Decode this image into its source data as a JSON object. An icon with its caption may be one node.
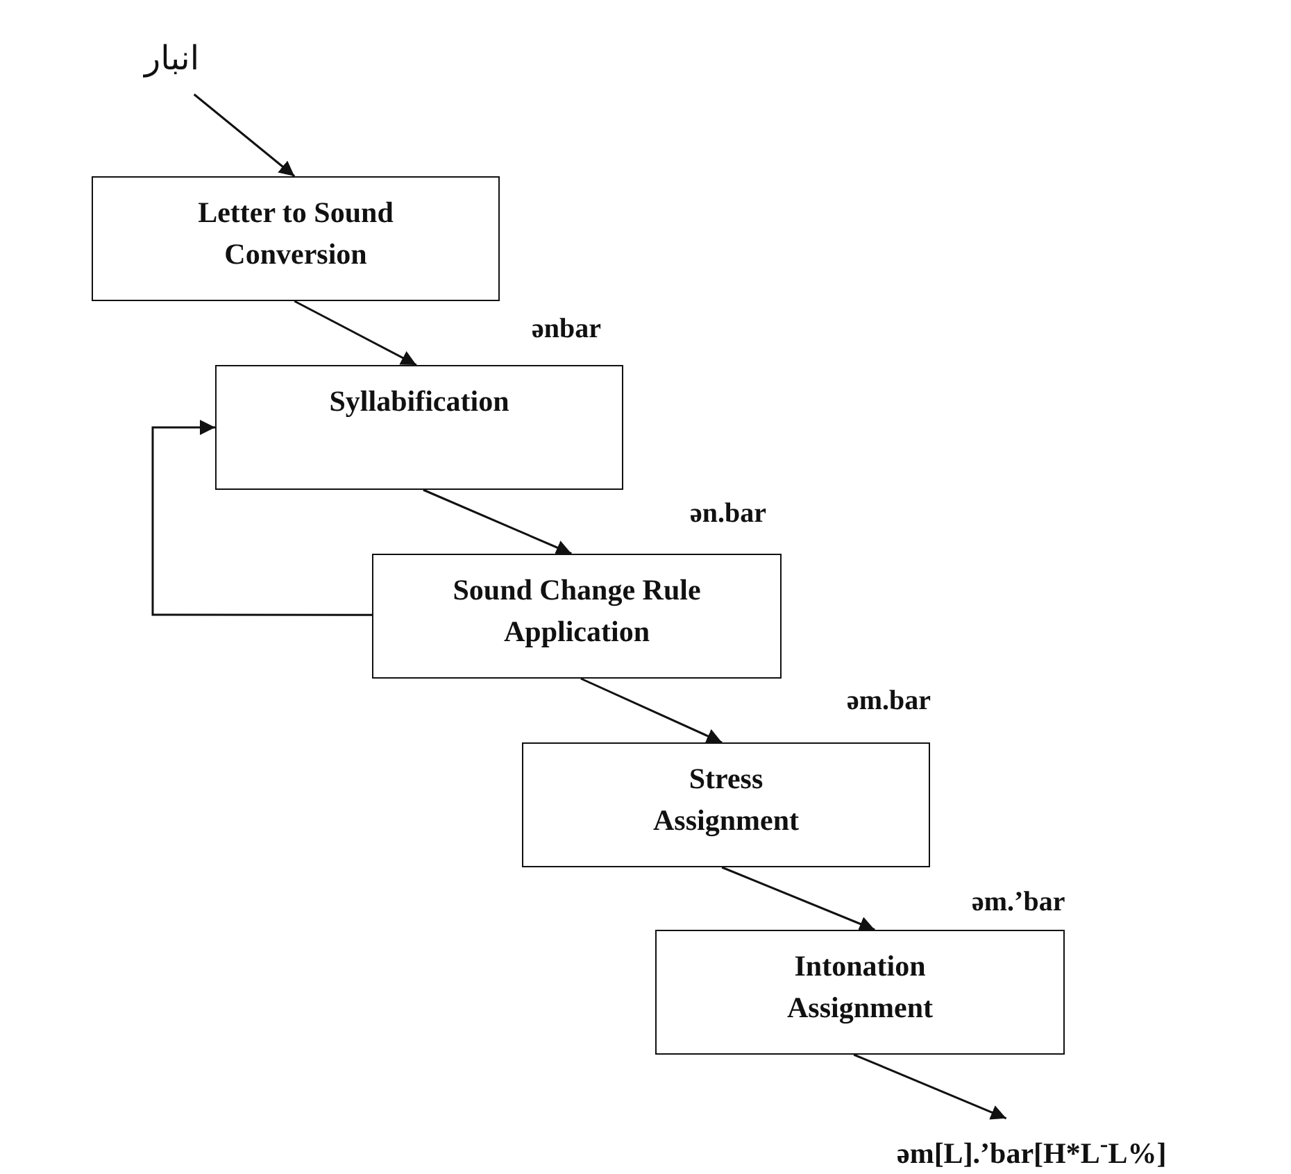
{
  "diagram": {
    "nodes": [
      {
        "text": [
          "انبار"
        ]
      },
      {
        "text": [
          "Letter to Sound Conversion"
        ]
      },
      {
        "text": [
          "Syllabification"
        ]
      },
      {
        "text": [
          "Sound Change Rule Application"
        ]
      },
      {
        "text": [
          "Stress Assignment"
        ]
      },
      {
        "text": [
          "Intonation Assignment"
        ]
      },
      {
        "text": [
          "əm[L].’bar[H*L$^{-}$L%]"
        ]
      }
    ],
    "edges": [
      {
        "from": 0,
        "to": 1,
        "arrow": "to"
      },
      {
        "from": 1,
        "to": 2,
        "arrow": "to",
        "label": "ənbar"
      },
      {
        "from": 2,
        "to": 3,
        "arrow": "to",
        "label": "ən.bar"
      },
      {
        "from": 3,
        "to": 2,
        "arrow": "to"
      },
      {
        "from": 3,
        "to": 4,
        "arrow": "to",
        "label": "əm.bar"
      },
      {
        "from": 4,
        "to": 5,
        "arrow": "to",
        "label": "əm.’bar"
      },
      {
        "from": 5,
        "to": 6,
        "arrow": "to"
      }
    ]
  }
}
